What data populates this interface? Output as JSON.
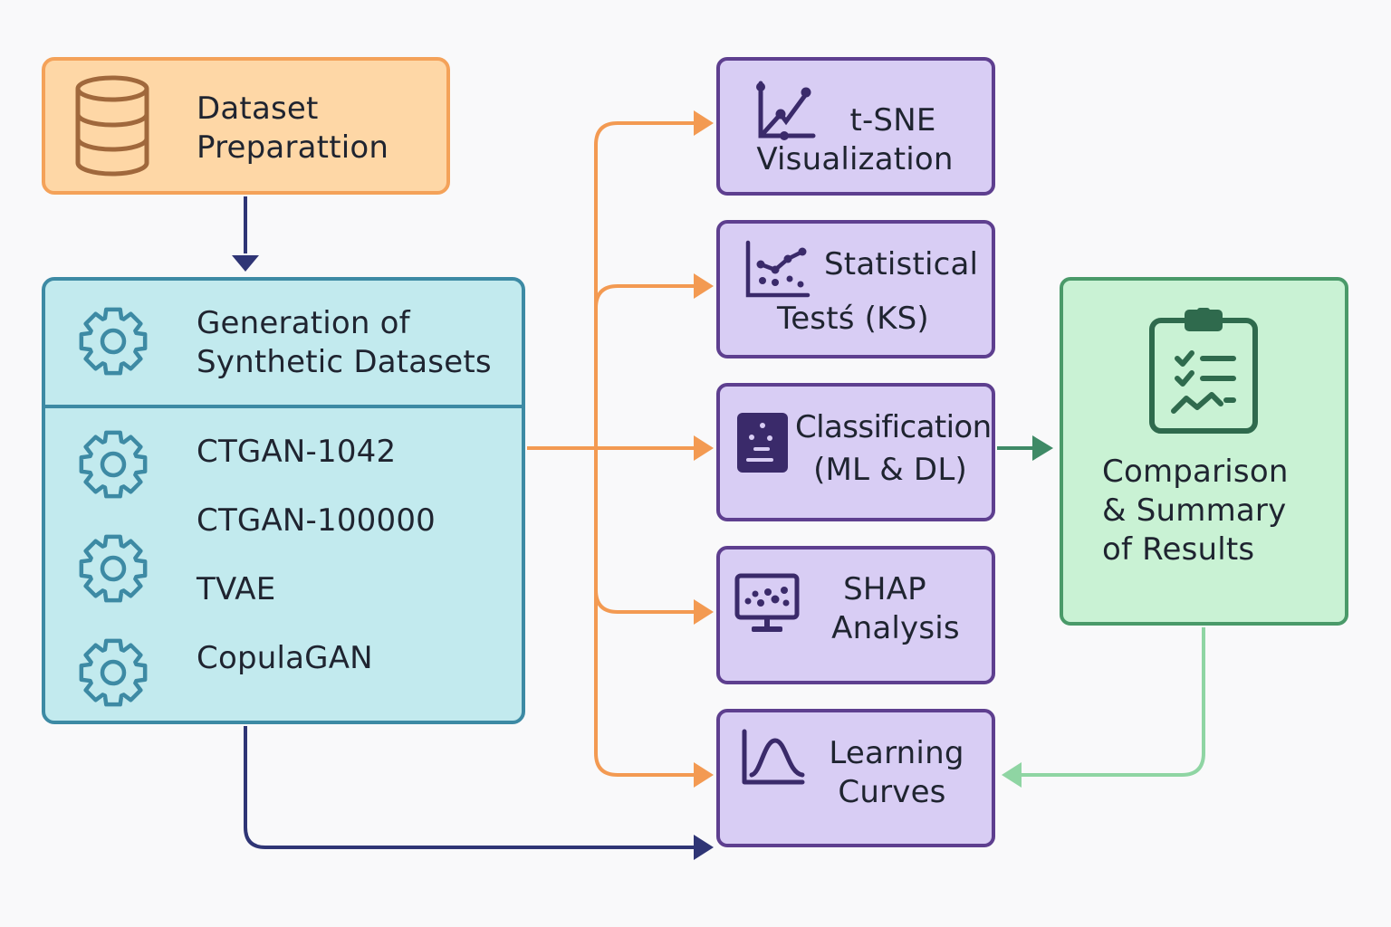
{
  "nodes": {
    "prep": {
      "lines": [
        "Dataset",
        "Preparattion"
      ]
    },
    "generation": {
      "header": [
        "Generation of",
        "Synthetic Datasets"
      ],
      "models": [
        "CTGAN-1042",
        "CTGAN-100000",
        "TVAE",
        "CopulaGAN"
      ]
    },
    "tsne": {
      "lines": [
        "t-SNE",
        "Visualization"
      ]
    },
    "stats": {
      "lines": [
        "Statistical",
        "Testś (KS)"
      ]
    },
    "classification": {
      "lines": [
        "Classification",
        "(ML & DL)"
      ]
    },
    "shap": {
      "lines": [
        "SHAP",
        "Analysis"
      ]
    },
    "learning": {
      "lines": [
        "Learning",
        "Curves"
      ]
    },
    "summary": {
      "lines": [
        "Comparison",
        "& Summary",
        "of Results"
      ]
    }
  },
  "icons": [
    "database-icon",
    "gear-icon",
    "scatter-plot-icon",
    "dot-chart-icon",
    "classifier-icon",
    "monitor-chart-icon",
    "curve-chart-icon",
    "clipboard-checklist-icon"
  ],
  "colors": {
    "prep_fill": "#fed7a6",
    "prep_border": "#f4a259",
    "gen_fill": "#c2eaee",
    "gen_border": "#3d8aa4",
    "analysis_fill": "#d8cdf4",
    "analysis_border": "#5e3f8f",
    "summary_fill": "#c9f2d4",
    "summary_border": "#4a9a69",
    "orange_arrow": "#f39a52",
    "navy_arrow": "#2f3575",
    "green_arrow": "#3f8a66",
    "light_green_arrow": "#8fd5a3"
  }
}
